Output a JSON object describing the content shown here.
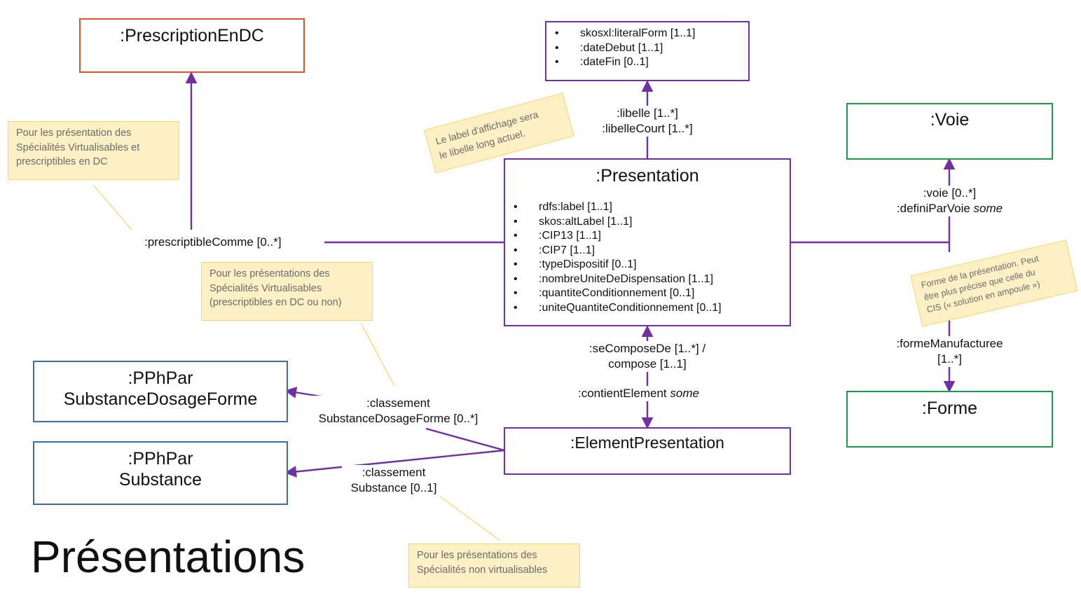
{
  "classes": {
    "prescription_en_dc": ":PrescriptionEnDC",
    "literal_form_props": [
      "skosxl:literalForm [1..1]",
      ":dateDebut [1..1]",
      ":dateFin [0..1]"
    ],
    "presentation": {
      "title": ":Presentation",
      "props": [
        "rdfs:label [1..1]",
        "skos:altLabel [1..1]",
        ":CIP13 [1..1]",
        ":CIP7 [1..1]",
        ":typeDispositif [0..1]",
        ":nombreUniteDeDispensation [1..1]",
        ":quantiteConditionnement [0..1]",
        ":uniteQuantiteConditionnement [0..1]"
      ]
    },
    "voie": ":Voie",
    "forme": ":Forme",
    "pph_substance_dosage_forme": [
      ":PPhPar",
      "SubstanceDosageForme"
    ],
    "pph_substance": [
      ":PPhPar",
      "Substance"
    ],
    "element_presentation": ":ElementPresentation"
  },
  "relations": {
    "libelle": ":libelle [1..*]",
    "libelle_court": ":libelleCourt [1..*]",
    "prescriptible_comme": ":prescriptibleComme [0..*]",
    "voie": ":voie [0..*]",
    "defini_par_voie": ":definiParVoie",
    "some": "some",
    "forme_manufacturee": [
      ":formeManufacturee",
      "[1..*]"
    ],
    "se_compose_de": [
      ":seComposeDe [1..*] /",
      "compose [1..1]"
    ],
    "contient_element": ":contientElement",
    "classement_sdf": [
      ":classement",
      "SubstanceDosageForme [0..*]"
    ],
    "classement_substance": [
      ":classement",
      "Substance [0..1]"
    ]
  },
  "notes": {
    "dc": [
      "Pour les présentation des",
      "Spécialités Virtualisables  et",
      "prescriptibles en DC"
    ],
    "label": [
      "Le label d'affichage sera",
      "le libelle long actuel."
    ],
    "virtualisables": [
      "Pour les présentations des",
      "Spécialités Virtualisables",
      "(prescriptibles en DC ou non)"
    ],
    "forme": [
      "Forme de la présentation. Peut",
      "être plus précise que celle du",
      "CIS (« solution en ampoule »)"
    ],
    "non_virtualisables": [
      "Pour les présentations des",
      "Spécialités non virtualisables"
    ]
  },
  "page_title": "Présentations",
  "colors": {
    "relation_line": "#7030a0",
    "prescription_border": "#e0532a",
    "voie_forme_border": "#1a9c4a",
    "pph_border": "#3a6dae",
    "note_fill": "#fdf0c4",
    "note_border": "#f5d56e",
    "note_leader": "#f5d56e"
  }
}
